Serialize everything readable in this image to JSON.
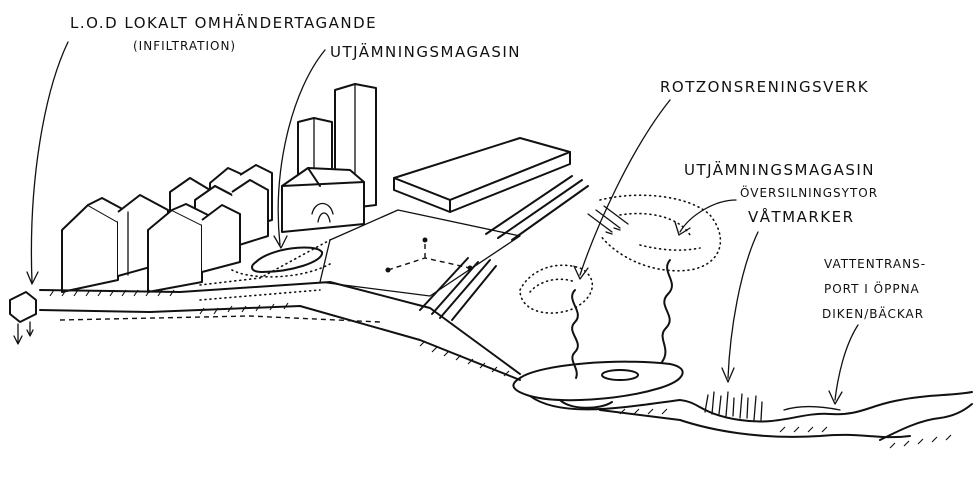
{
  "labels": {
    "lod_line1": "L.O.D  LOKALT OMHÄNDERTAGANDE",
    "lod_line2": "(INFILTRATION)",
    "utjamning1": "UTJÄMNINGSMAGASIN",
    "rotzon": "ROTZONSRENINGSVERK",
    "utjamning2": "UTJÄMNINGSMAGASIN",
    "oversil_line1": "ÖVERSILNINGSYTOR",
    "oversil_line2": "VÅTMARKER",
    "vatten_line1": "VATTENTRANS-",
    "vatten_line2": "PORT I ÖPPNA",
    "vatten_line3": "DIKEN/BÄCKAR"
  }
}
